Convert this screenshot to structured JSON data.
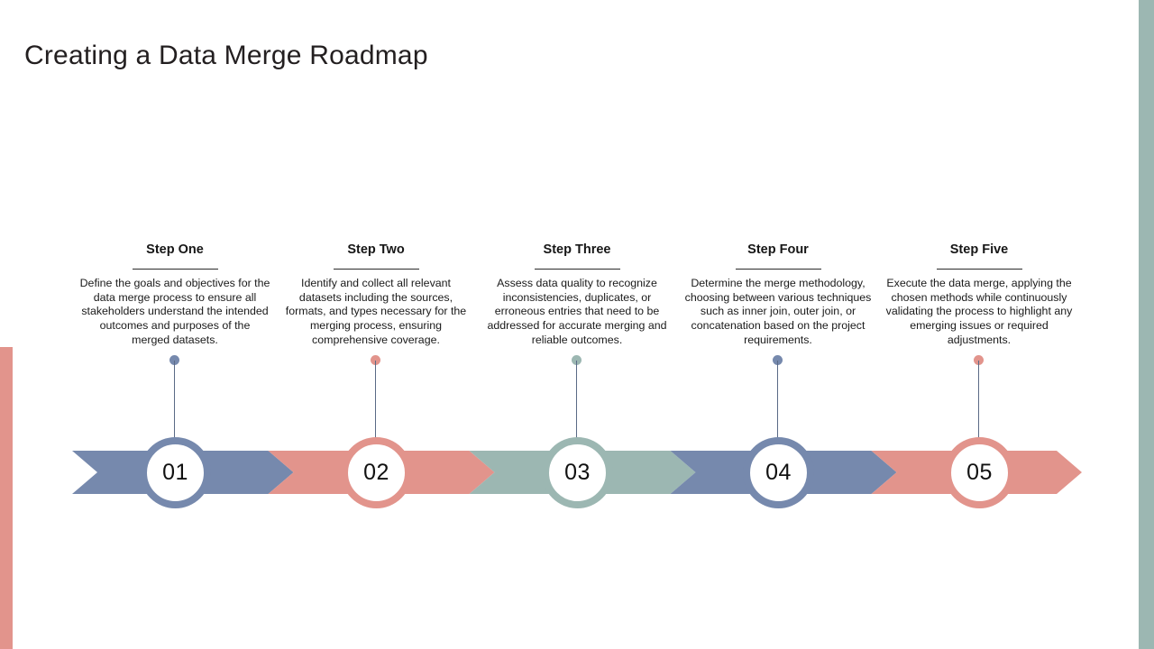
{
  "page": {
    "title": "Creating a Data Merge Roadmap",
    "background": "#ffffff"
  },
  "decor": {
    "left_bar_color": "#e2948c",
    "right_bar_color": "#9cb7b2",
    "left_bar_name": "left-accent-bar",
    "right_bar_name": "right-accent-bar"
  },
  "palette": {
    "blue": "#7689ad",
    "salmon": "#e2948c",
    "sage": "#9cb7b2",
    "text": "#1a1a1a",
    "rule": "#2b2b2b"
  },
  "steps": [
    {
      "number": "01",
      "title": "Step One",
      "description": "Define the goals and objectives for the data merge process to ensure all stakeholders understand the intended outcomes and purposes of the merged datasets.",
      "color": "#7689ad"
    },
    {
      "number": "02",
      "title": "Step Two",
      "description": "Identify and collect all relevant datasets including the sources, formats, and types necessary for the merging process, ensuring comprehensive coverage.",
      "color": "#e2948c"
    },
    {
      "number": "03",
      "title": "Step Three",
      "description": "Assess data quality to recognize inconsistencies, duplicates, or erroneous entries that need to be addressed for accurate merging and reliable outcomes.",
      "color": "#9cb7b2"
    },
    {
      "number": "04",
      "title": "Step Four",
      "description": "Determine the merge methodology, choosing between various techniques such as inner join, outer join, or concatenation based on the project requirements.",
      "color": "#7689ad"
    },
    {
      "number": "05",
      "title": "Step Five",
      "description": "Execute the data merge, applying the chosen methods while continuously validating the process to highlight any emerging issues or required adjustments.",
      "color": "#e2948c"
    }
  ]
}
